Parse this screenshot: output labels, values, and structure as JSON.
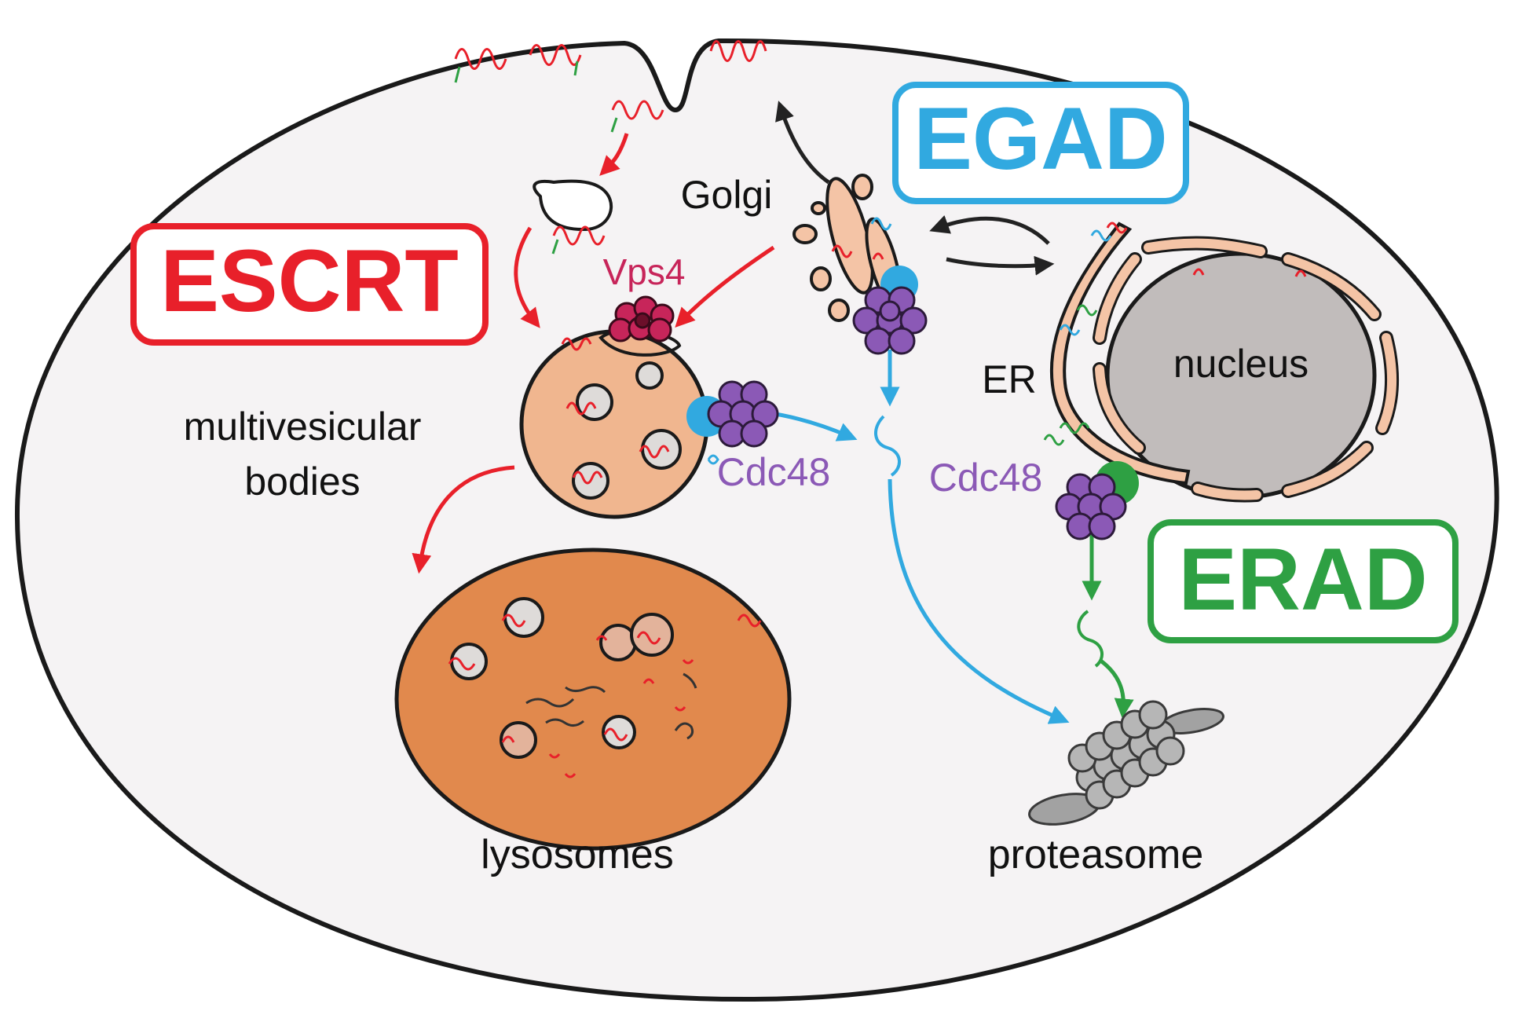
{
  "pathways": {
    "escrt": "ESCRT",
    "egad": "EGAD",
    "erad": "ERAD"
  },
  "labels": {
    "golgi": "Golgi",
    "vps4": "Vps4",
    "cdc48_left": "Cdc48",
    "cdc48_right": "Cdc48",
    "er": "ER",
    "nucleus": "nucleus",
    "mvb_line1": "multivesicular",
    "mvb_line2": "bodies",
    "lysosomes": "lysosomes",
    "proteasome": "proteasome"
  },
  "colors": {
    "escrt_red": "#e8202a",
    "egad_blue": "#31a9e0",
    "erad_green": "#2ea043",
    "cdc48_purple": "#8b59b6",
    "vps4_magenta": "#c7255a",
    "cell_fill": "#f5f3f4",
    "mvb_fill": "#f0b68f",
    "lysosome_fill": "#e1894d",
    "nucleus_fill": "#c1bcbb",
    "er_fill": "#f4c4a6",
    "proteasome_gray": "#a2a2a2"
  }
}
